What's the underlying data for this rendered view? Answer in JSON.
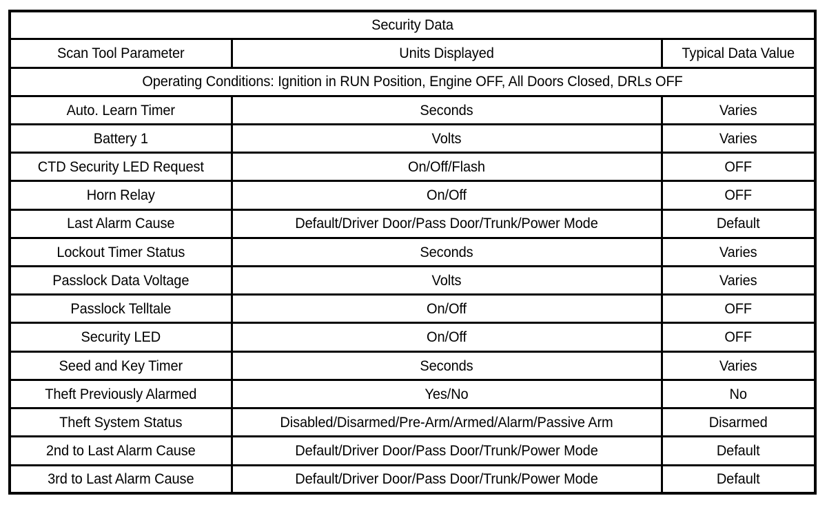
{
  "table": {
    "title": "Security Data",
    "headers": {
      "parameter": "Scan Tool Parameter",
      "units": "Units Displayed",
      "typical": "Typical Data Value"
    },
    "operating_conditions": "Operating Conditions: Ignition in RUN Position, Engine OFF, All Doors Closed, DRLs OFF",
    "rows": [
      {
        "parameter": "Auto. Learn Timer",
        "units": "Seconds",
        "typical": "Varies"
      },
      {
        "parameter": "Battery 1",
        "units": "Volts",
        "typical": "Varies"
      },
      {
        "parameter": "CTD Security LED Request",
        "units": "On/Off/Flash",
        "typical": "OFF"
      },
      {
        "parameter": "Horn Relay",
        "units": "On/Off",
        "typical": "OFF"
      },
      {
        "parameter": "Last Alarm Cause",
        "units": "Default/Driver Door/Pass Door/Trunk/Power Mode",
        "typical": "Default"
      },
      {
        "parameter": "Lockout Timer Status",
        "units": "Seconds",
        "typical": "Varies"
      },
      {
        "parameter": "Passlock Data Voltage",
        "units": "Volts",
        "typical": "Varies"
      },
      {
        "parameter": "Passlock Telltale",
        "units": "On/Off",
        "typical": "OFF"
      },
      {
        "parameter": "Security LED",
        "units": "On/Off",
        "typical": "OFF"
      },
      {
        "parameter": "Seed and Key Timer",
        "units": "Seconds",
        "typical": "Varies"
      },
      {
        "parameter": "Theft Previously Alarmed",
        "units": "Yes/No",
        "typical": "No"
      },
      {
        "parameter": "Theft System Status",
        "units": "Disabled/Disarmed/Pre-Arm/Armed/Alarm/Passive Arm",
        "typical": "Disarmed"
      },
      {
        "parameter": "2nd to Last Alarm Cause",
        "units": "Default/Driver Door/Pass Door/Trunk/Power Mode",
        "typical": "Default"
      },
      {
        "parameter": "3rd to Last Alarm Cause",
        "units": "Default/Driver Door/Pass Door/Trunk/Power Mode",
        "typical": "Default"
      }
    ]
  },
  "colors": {
    "border": "#000000",
    "background": "#ffffff",
    "text": "#000000"
  }
}
